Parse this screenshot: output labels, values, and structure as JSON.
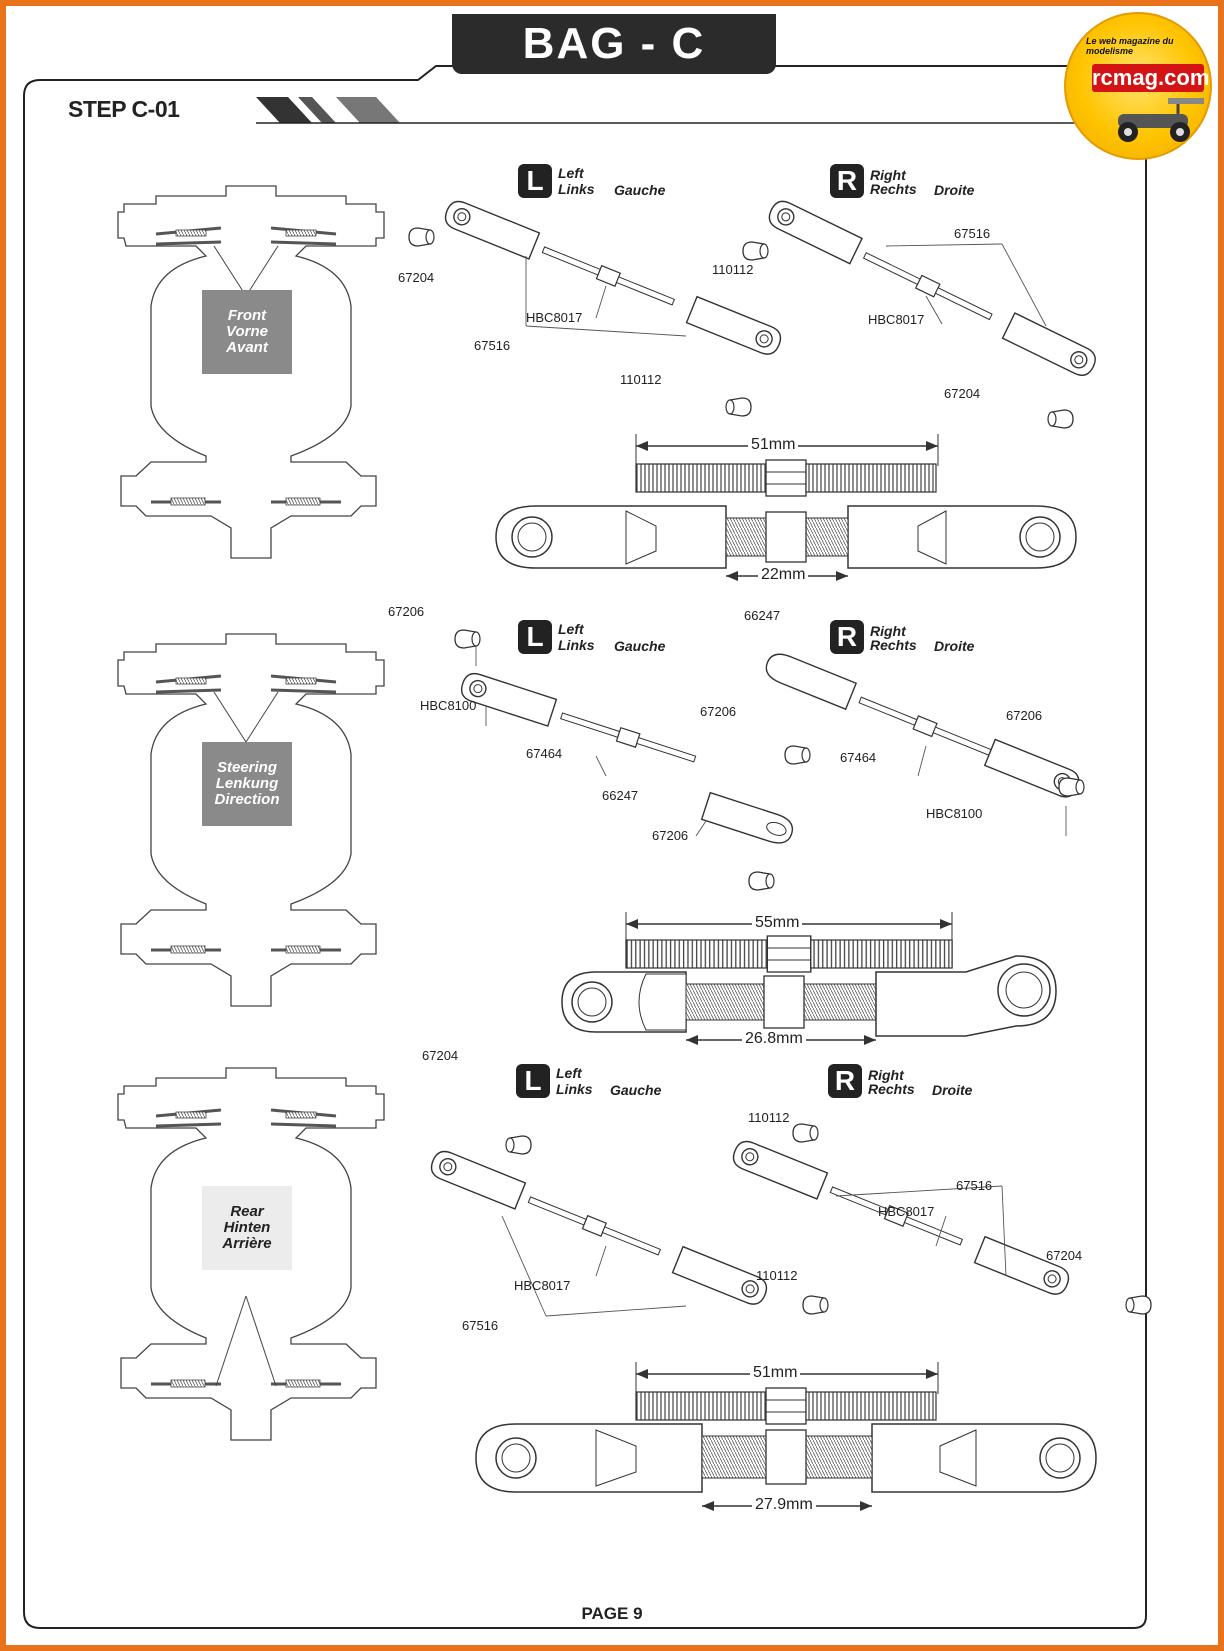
{
  "header": {
    "bag_title": "BAG - C",
    "step_title": "STEP C-01"
  },
  "logo": {
    "tagline": "Le web magazine du modelisme",
    "brand": "rcmag.com"
  },
  "sections": [
    {
      "callout": [
        "Front",
        "Vorne",
        "Avant"
      ],
      "left": {
        "badge": "L",
        "en": "Left",
        "de": "Links",
        "fr": "Gauche"
      },
      "right": {
        "badge": "R",
        "en": "Right",
        "de": "Rechts",
        "fr": "Droite"
      },
      "left_parts": [
        "67204",
        "HBC8017",
        "67516",
        "110112"
      ],
      "right_parts": [
        "110112",
        "67516",
        "HBC8017",
        "67204"
      ],
      "dim_total": "51mm",
      "dim_gap": "22mm"
    },
    {
      "callout": [
        "Steering",
        "Lenkung",
        "Direction"
      ],
      "left": {
        "badge": "L",
        "en": "Left",
        "de": "Links",
        "fr": "Gauche"
      },
      "right": {
        "badge": "R",
        "en": "Right",
        "de": "Rechts",
        "fr": "Droite"
      },
      "left_parts": [
        "67206",
        "HBC8100",
        "67464",
        "66247",
        "67206"
      ],
      "right_parts": [
        "66247",
        "67206",
        "67464",
        "67206",
        "HBC8100"
      ],
      "dim_total": "55mm",
      "dim_gap": "26.8mm"
    },
    {
      "callout": [
        "Rear",
        "Hinten",
        "Arrière"
      ],
      "left": {
        "badge": "L",
        "en": "Left",
        "de": "Links",
        "fr": "Gauche"
      },
      "right": {
        "badge": "R",
        "en": "Right",
        "de": "Rechts",
        "fr": "Droite"
      },
      "left_parts": [
        "67204",
        "HBC8017",
        "67516",
        "110112"
      ],
      "right_parts": [
        "110112",
        "67516",
        "HBC8017",
        "67204"
      ],
      "dim_total": "51mm",
      "dim_gap": "27.9mm"
    }
  ],
  "footer": {
    "page": "PAGE 9"
  }
}
